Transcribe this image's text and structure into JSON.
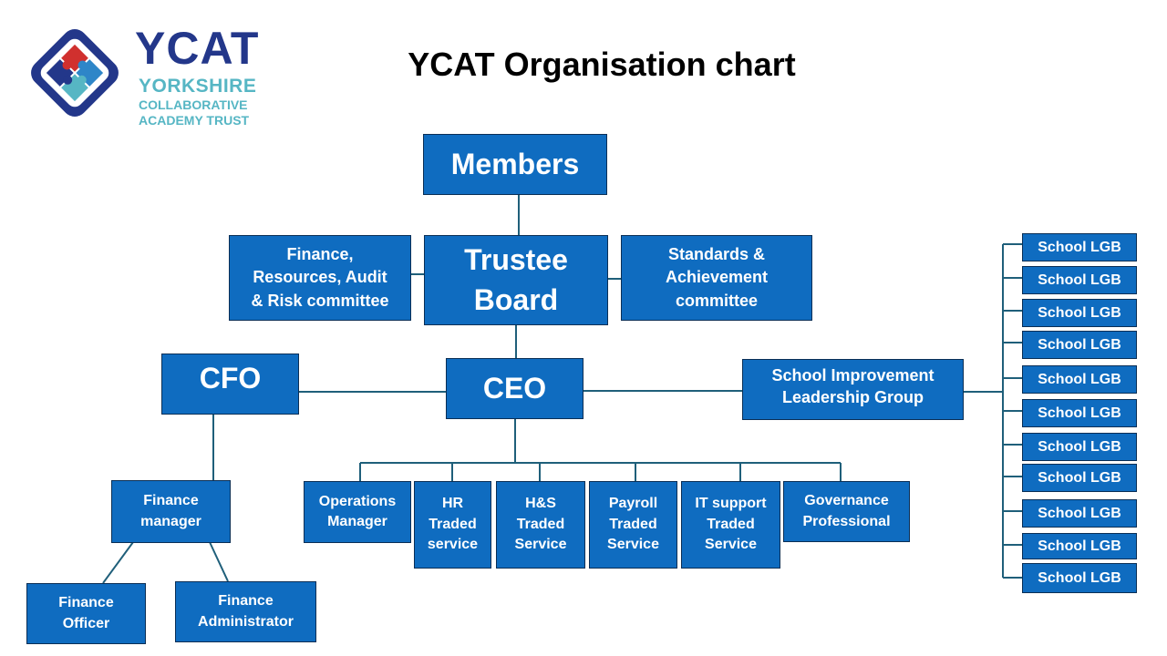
{
  "title": "YCAT Organisation chart",
  "logo": {
    "word": "YCAT",
    "line1": "YORKSHIRE",
    "line2": "COLLABORATIVE",
    "line3": "ACADEMY TRUST",
    "icon": "puzzle-pieces-icon"
  },
  "colors": {
    "box_fill": "#0f6cc0",
    "box_border": "#0a2e55",
    "connector": "#1f5f7a",
    "logo_navy": "#23378a",
    "logo_teal": "#56b6c4",
    "logo_red": "#d0302e"
  },
  "nodes": {
    "members": "Members",
    "trustee_board": "Trustee\nBoard",
    "finance_committee": "Finance,\nResources, Audit\n& Risk committee",
    "standards_committee": "Standards &\nAchievement\ncommittee",
    "cfo": "CFO",
    "ceo": "CEO",
    "school_improvement": "School Improvement\nLeadership Group",
    "finance_manager": "Finance\nmanager",
    "finance_officer": "Finance\nOfficer",
    "finance_administrator": "Finance\nAdministrator",
    "operations_manager": "Operations\nManager",
    "hr_traded": "HR\nTraded\nservice",
    "hs_traded": "H&S\nTraded\nService",
    "payroll_traded": "Payroll\nTraded\nService",
    "it_support": "IT support\nTraded\nService",
    "governance": "Governance\nProfessional"
  },
  "school_lgbs": [
    "School LGB",
    "School LGB",
    "School LGB",
    "School LGB",
    "School LGB",
    "School LGB",
    "School LGB",
    "School LGB",
    "School LGB",
    "School LGB",
    "School LGB"
  ]
}
